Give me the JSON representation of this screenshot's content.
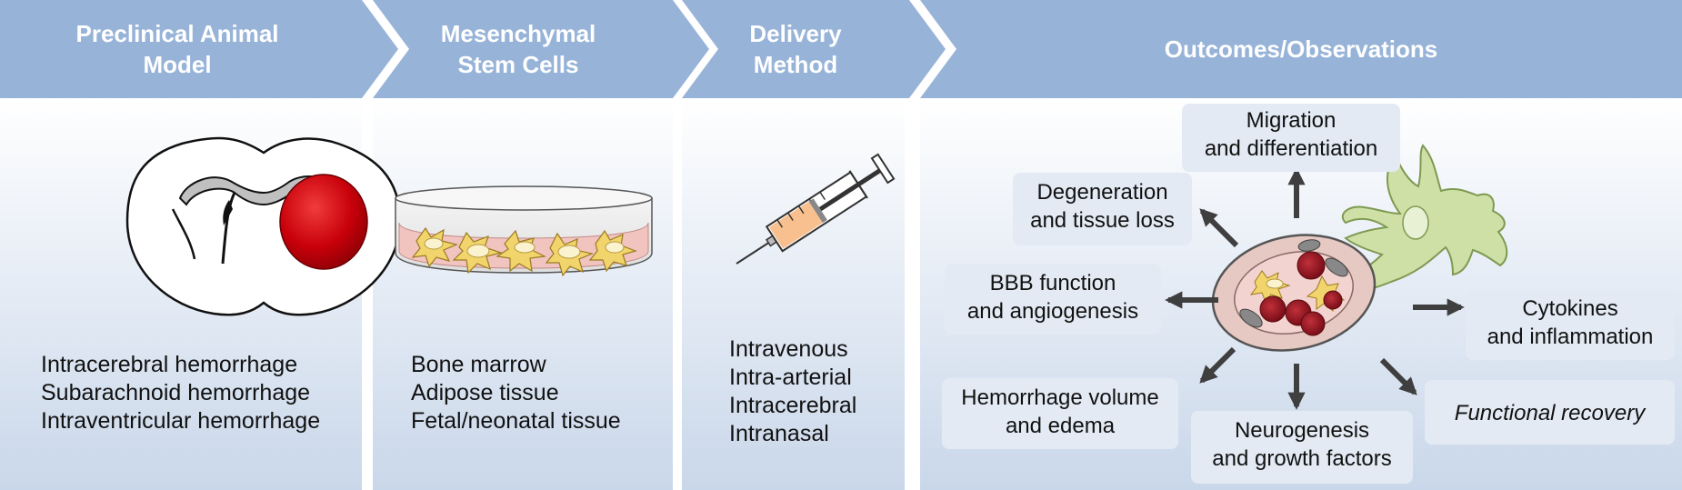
{
  "colors": {
    "header": "#97b3d8",
    "panel_gradient_bottom": "#c9d7ea",
    "box": "#e3eaf4",
    "hemorrhage": "#c8000a",
    "arrow": "#3f3f3f",
    "astrocyte": "#cfe0a7"
  },
  "headers": [
    {
      "label": "Preclinical Animal\nModel"
    },
    {
      "label": "Mesenchymal\nStem Cells"
    },
    {
      "label": "Delivery\nMethod"
    },
    {
      "label": "Outcomes/Observations"
    }
  ],
  "models": [
    "Intracerebral hemorrhage",
    "Subarachnoid hemorrhage",
    "Intraventricular hemorrhage"
  ],
  "sources": [
    "Bone marrow",
    "Adipose tissue",
    "Fetal/neonatal tissue"
  ],
  "delivery": [
    "Intravenous",
    "Intra-arterial",
    "Intracerebral",
    "Intranasal"
  ],
  "outcomes": {
    "migration": "Migration\nand differentiation",
    "degeneration": "Degeneration\nand tissue loss",
    "bbb": "BBB function\nand angiogenesis",
    "cytokines": "Cytokines\nand inflammation",
    "hemorrhage": "Hemorrhage volume\nand edema",
    "neurogenesis": "Neurogenesis\nand growth factors",
    "functional": "Functional recovery"
  },
  "icons": [
    "brain-section-icon",
    "petri-dish-icon",
    "syringe-icon",
    "blood-vessel-icon",
    "astrocyte-icon"
  ]
}
